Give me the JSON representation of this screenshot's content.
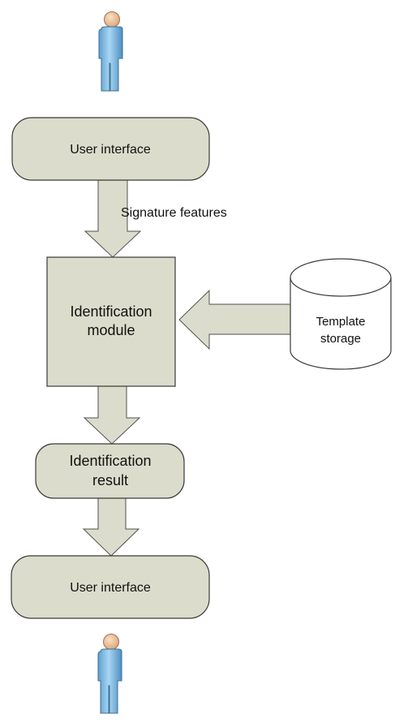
{
  "colors": {
    "node_fill": "#dcdccc",
    "node_stroke": "#3a3a3a",
    "arrow_fill": "#dcdccc",
    "arrow_stroke": "#505050",
    "db_fill": "#ffffff",
    "person_body": "#8ec3e6",
    "person_skin": "#f0c8a0"
  },
  "icons": {
    "top_user": "person-icon",
    "bottom_user": "person-icon"
  },
  "nodes": {
    "ui_top": {
      "label": "User interface"
    },
    "identification_module": {
      "line1": "Identification",
      "line2": "module"
    },
    "template_storage": {
      "line1": "Template",
      "line2": "storage"
    },
    "identification_result": {
      "line1": "Identification",
      "line2": "result"
    },
    "ui_bottom": {
      "label": "User interface"
    }
  },
  "edges": {
    "ui_to_module": {
      "label": "Signature features"
    }
  }
}
